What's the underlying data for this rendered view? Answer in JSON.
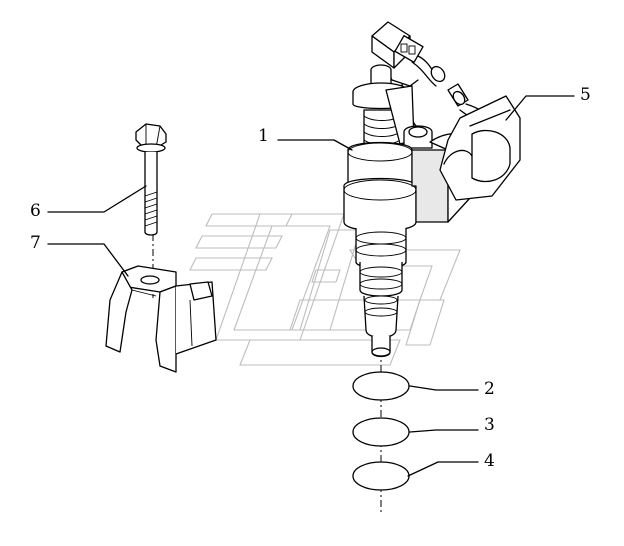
{
  "diagram": {
    "callouts": [
      {
        "id": "1",
        "label": "1"
      },
      {
        "id": "2",
        "label": "2"
      },
      {
        "id": "3",
        "label": "3"
      },
      {
        "id": "4",
        "label": "4"
      },
      {
        "id": "5",
        "label": "5"
      },
      {
        "id": "6",
        "label": "6"
      },
      {
        "id": "7",
        "label": "7"
      }
    ]
  },
  "colors": {
    "line": "#000000",
    "background": "#ffffff",
    "watermark": "#bdbdbd"
  }
}
